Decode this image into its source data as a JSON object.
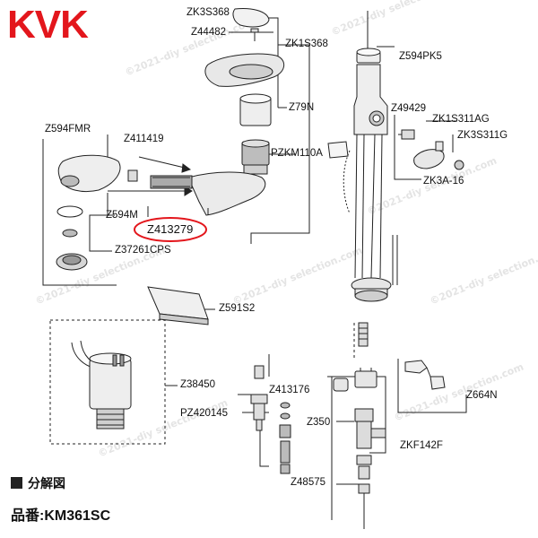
{
  "brand": {
    "logo_text": "KVK",
    "logo_color": "#e3161c"
  },
  "watermark": "©2021-diy selection.com",
  "highlight_color": "#e3161c",
  "parts": {
    "zk3s368": "ZK3S368",
    "z44482": "Z44482",
    "zk1s368": "ZK1S368",
    "z594pk5": "Z594PK5",
    "z79n": "Z79N",
    "z49429": "Z49429",
    "zk1s311ag": "ZK1S311AG",
    "zk3s311g": "ZK3S311G",
    "z594fmr": "Z594FMR",
    "z411419": "Z411419",
    "pzkm110a": "PZKM110A",
    "zk3a16": "ZK3A-16",
    "z594m": "Z594M",
    "z413279": "Z413279",
    "z37261cps": "Z37261CPS",
    "z591s2": "Z591S2",
    "z38450": "Z38450",
    "z413176": "Z413176",
    "z664n": "Z664N",
    "pz420145": "PZ420145",
    "z350": "Z350",
    "zkf142f": "ZKF142F",
    "z48575": "Z48575"
  },
  "caption": {
    "title": "分解図",
    "model_label": "品番:KM361SC"
  }
}
